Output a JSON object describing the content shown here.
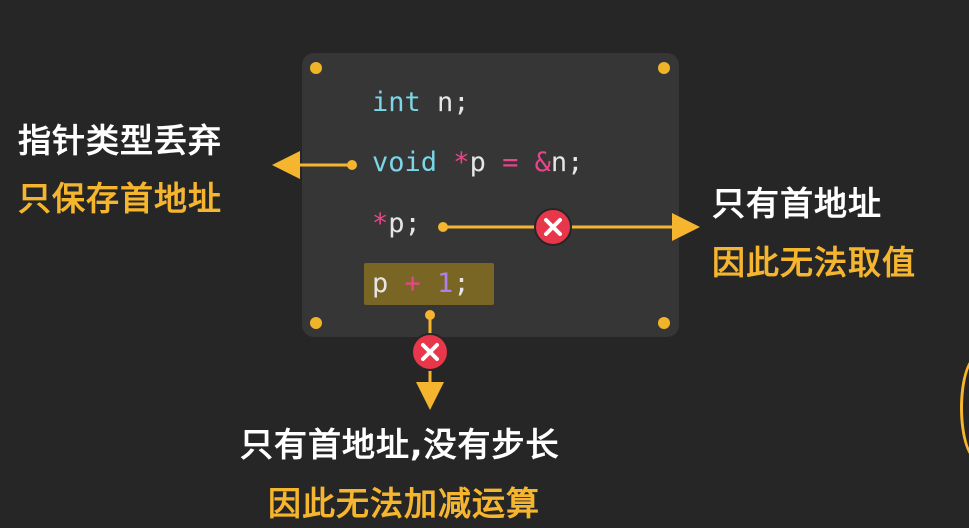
{
  "code": {
    "line1": {
      "type": "int",
      "rest": " n;"
    },
    "line2": {
      "type": "void",
      "sp": " ",
      "star": "*",
      "ptr": "p ",
      "eq": "=",
      "sp2": " ",
      "amp": "&",
      "tail": "n;"
    },
    "line3": {
      "star": "*",
      "tail": "p;"
    },
    "line4": {
      "p": "p ",
      "plus": "+",
      "sp": " ",
      "num": "1",
      "semi": ";"
    }
  },
  "left_note": {
    "line1": "指针类型丢弃",
    "line2": "只保存首地址"
  },
  "right_note": {
    "line1": "只有首地址",
    "line2": "因此无法取值"
  },
  "bottom_note": {
    "line1": "只有首地址,没有步长",
    "line2": "因此无法加减运算"
  },
  "colors": {
    "background": "#262626",
    "code_box": "#363636",
    "accent_gold": "#f5b52e",
    "error_red": "#e8364a",
    "keyword": "#79d7e6",
    "operator": "#e8458b",
    "number": "#b07fe8"
  },
  "icons": {
    "error": "x-circle-icon",
    "arrow": "arrow-head-icon"
  }
}
